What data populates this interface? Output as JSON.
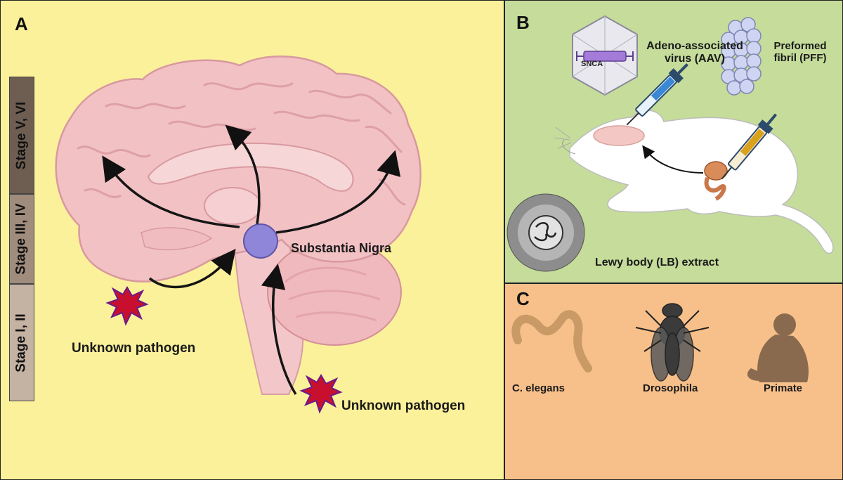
{
  "panel_a": {
    "letter": "A",
    "stages": [
      {
        "label": "Stage V, VI",
        "color": "#6e5e52"
      },
      {
        "label": "Stage III, IV",
        "color": "#a08c7d"
      },
      {
        "label": "Stage I, II",
        "color": "#c4b2a3"
      }
    ],
    "substantia_nigra_label": "Substantia Nigra",
    "pathogen_label_1": "Unknown pathogen",
    "pathogen_label_2": "Unknown pathogen"
  },
  "panel_b": {
    "letter": "B",
    "snca_label": "SNCA",
    "aav_label_line1": "Adeno-associated",
    "aav_label_line2": "virus (AAV)",
    "pff_label_line1": "Preformed",
    "pff_label_line2": "fibril (PFF)",
    "lb_label": "Lewy body (LB) extract"
  },
  "panel_c": {
    "letter": "C",
    "organisms": [
      "C. elegans",
      "Drosophila",
      "Primate"
    ]
  },
  "colors": {
    "panel_a_bg": "#fbf19a",
    "panel_b_bg": "#c5dc9a",
    "panel_c_bg": "#f7c08a",
    "brain": "#f2c1c4",
    "substantia_nigra": "#8f85d9",
    "pathogen": "#c8102e"
  }
}
